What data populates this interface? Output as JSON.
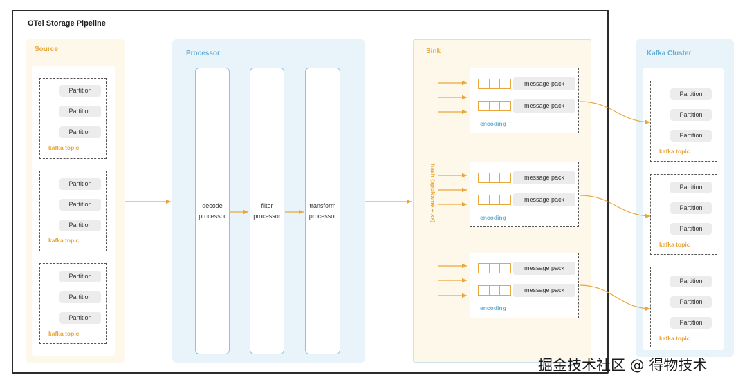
{
  "diagram": {
    "title": "OTel Storage Pipeline",
    "source": {
      "label": "Source",
      "topics": [
        {
          "partitions": [
            "Partition",
            "Partition",
            "Partition"
          ],
          "label": "kafka topic"
        },
        {
          "partitions": [
            "Partition",
            "Partition",
            "Partition"
          ],
          "label": "kafka topic"
        },
        {
          "partitions": [
            "Partition",
            "Partition",
            "Partition"
          ],
          "label": "kafka topic"
        }
      ]
    },
    "processor": {
      "label": "Processor",
      "stages": [
        "decode\nprocessor",
        "filter\nprocessor",
        "transform\nprocessor"
      ]
    },
    "sink": {
      "label": "Sink",
      "hash_label": "hash (appName + xx)",
      "encodings": [
        {
          "packs": [
            "message pack",
            "message pack"
          ],
          "label": "encoding"
        },
        {
          "packs": [
            "message pack",
            "message pack"
          ],
          "label": "encoding"
        },
        {
          "packs": [
            "message pack",
            "message pack"
          ],
          "label": "encoding"
        }
      ]
    },
    "kafka_cluster": {
      "label": "Kafka Cluster",
      "topics": [
        {
          "partitions": [
            "Partition",
            "Partition",
            "Partition"
          ],
          "label": "kafka topic"
        },
        {
          "partitions": [
            "Partition",
            "Partition",
            "Partition"
          ],
          "label": "kafka topic"
        },
        {
          "partitions": [
            "Partition",
            "Partition",
            "Partition"
          ],
          "label": "kafka topic"
        }
      ]
    },
    "colors": {
      "accent_orange": "#eaa63a",
      "accent_blue": "#6aaed6",
      "border": "#2b2b2b"
    }
  },
  "watermark": "掘金技术社区 @ 得物技术"
}
